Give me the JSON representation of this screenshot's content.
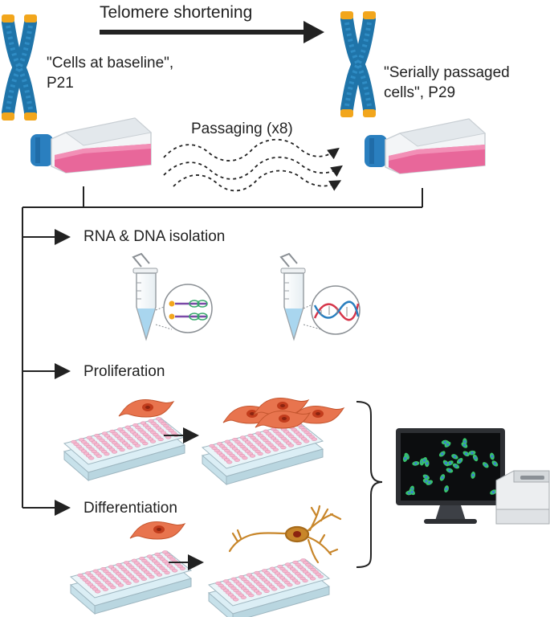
{
  "header": {
    "title": "Telomere shortening"
  },
  "baseline": {
    "line1": "\"Cells at baseline\",",
    "line2": "P21"
  },
  "passaged": {
    "line1": "\"Serially passaged",
    "line2": "cells\", P29"
  },
  "passaging": {
    "label": "Passaging (x8)"
  },
  "steps": {
    "rna_dna": "RNA & DNA isolation",
    "proliferation": "Proliferation",
    "differentiation": "Differentiation"
  },
  "icons": [
    "chromosome-icon",
    "cell-culture-flask-icon",
    "microcentrifuge-tube-icon",
    "rna-strand-icon",
    "dna-helix-icon",
    "96-well-plate-icon",
    "fibroblast-cell-icon",
    "neuron-icon",
    "microscope-monitor-icon",
    "imaging-reader-icon"
  ],
  "colors": {
    "chromosome": "#1f74a9",
    "telomere": "#f2a61c",
    "flask_media": "#e8679a",
    "flask_cap": "#2a7fbf",
    "cell": "#e8744e",
    "neuron": "#c8862a",
    "plate_well": "#f5b8cf",
    "monitor_cell": "#37c36b"
  }
}
